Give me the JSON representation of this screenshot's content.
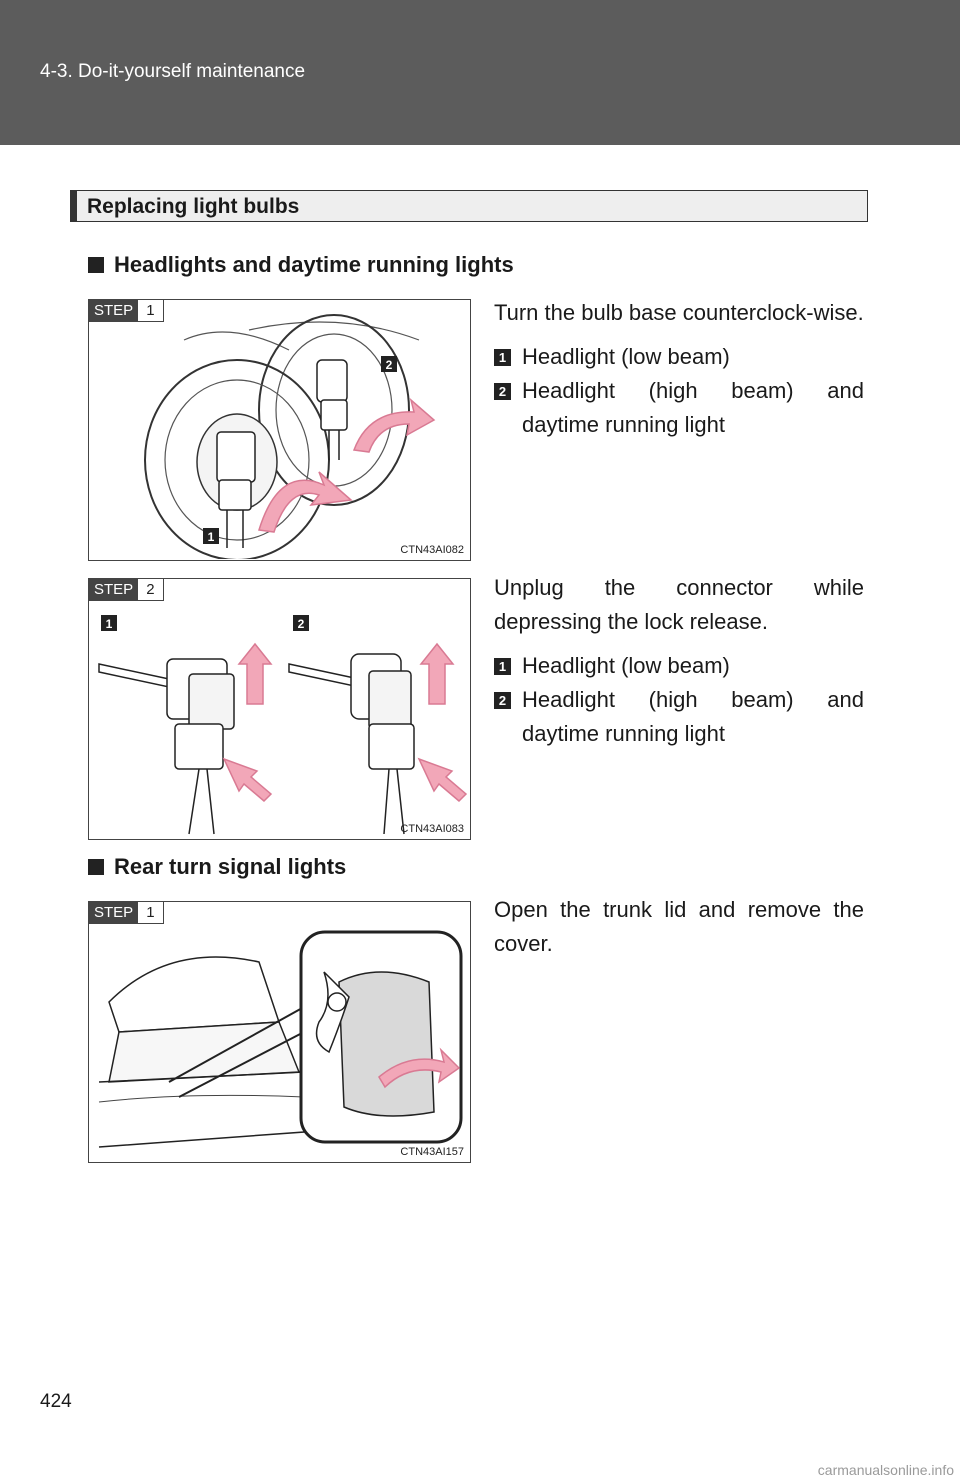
{
  "header": {
    "section": "4-3. Do-it-yourself maintenance"
  },
  "section": {
    "title": "Replacing light bulbs"
  },
  "headlights": {
    "heading": "Headlights and daytime running lights",
    "step1": {
      "step_label": "STEP",
      "step_num": "1",
      "code": "CTN43AI082",
      "text": "Turn the bulb base counterclock-wise.",
      "items": [
        {
          "badge": "1",
          "text": "Headlight (low beam)"
        },
        {
          "badge": "2",
          "text": "Headlight (high beam) and daytime running light"
        }
      ]
    },
    "step2": {
      "step_label": "STEP",
      "step_num": "2",
      "code": "CTN43AI083",
      "text": "Unplug the connector while depressing the lock release.",
      "callout1": "1",
      "callout2": "2",
      "items": [
        {
          "badge": "1",
          "text": "Headlight (low beam)"
        },
        {
          "badge": "2",
          "text": "Headlight (high beam) and daytime running light"
        }
      ]
    }
  },
  "rear": {
    "heading": "Rear turn signal lights",
    "step1": {
      "step_label": "STEP",
      "step_num": "1",
      "code": "CTN43AI157",
      "text": "Open the trunk lid and remove the cover."
    }
  },
  "page": {
    "number": "424"
  },
  "watermark": "carmanualsonline.info",
  "colors": {
    "header": "#5c5c5c",
    "arrow": "#f2a7b8",
    "arrow_stroke": "#d97a93"
  }
}
